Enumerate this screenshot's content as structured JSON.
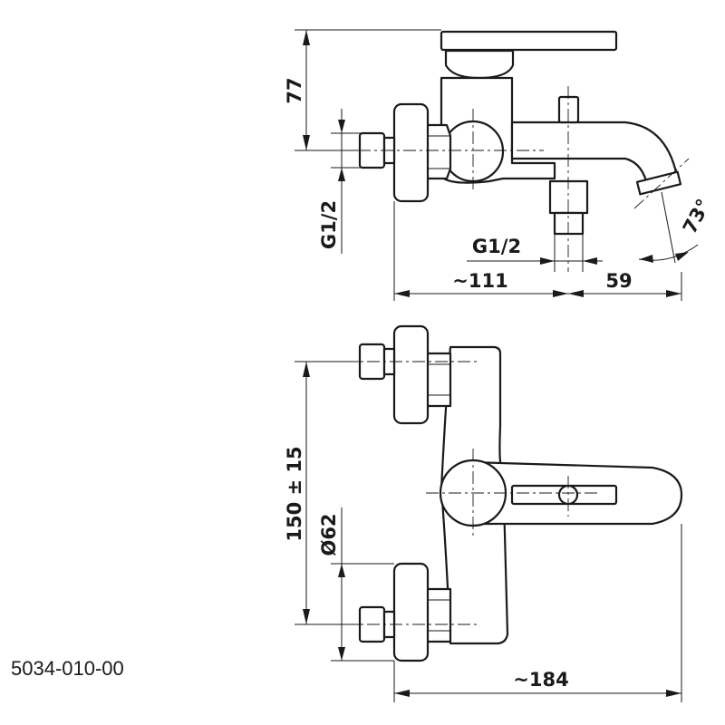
{
  "product_code": "5034-010-00",
  "dimensions": {
    "height_top": "77",
    "thread_inlet": "G1/2",
    "thread_outlet": "G1/2",
    "depth": "~111",
    "spout_reach": "59",
    "spout_angle": "73°",
    "centers": "150 ± 15",
    "rosette_diameter": "Ø62",
    "width": "~184"
  }
}
